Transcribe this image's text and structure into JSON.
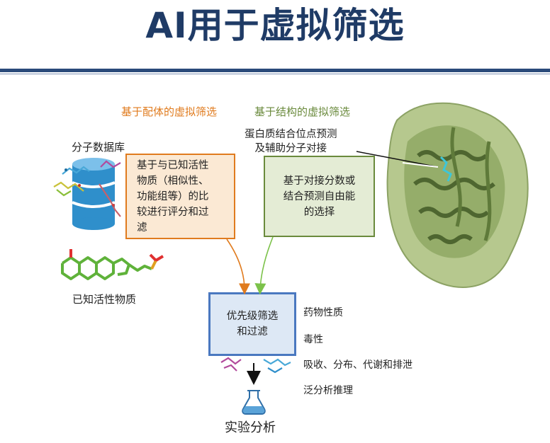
{
  "title": "AI用于虚拟筛选",
  "ligand_section": {
    "heading": "基于配体的虚拟筛选",
    "database_label": "分子数据库",
    "box_text": "基于与已知活性\n物质（相似性、\n功能组等）的比\n较进行评分和过\n滤",
    "known_actives_label": "已知活性物质",
    "colors": {
      "heading": "#e07b1e",
      "border": "#e07b1e",
      "fill": "#fbe9d4"
    }
  },
  "structure_section": {
    "heading": "基于结构的虚拟筛选",
    "site_label": "蛋白质结合位点预测\n及辅助分子对接",
    "box_text": "基于对接分数或\n结合预测自由能\n的选择",
    "colors": {
      "heading": "#6a8a3c",
      "border": "#6a8a3c",
      "fill": "#e4ecd5"
    }
  },
  "priority_box": {
    "text": "优先级筛选\n和过滤",
    "colors": {
      "border": "#4a78c0",
      "fill": "#dde8f5"
    }
  },
  "filters": [
    {
      "label": "药物性质"
    },
    {
      "label": "毒性"
    },
    {
      "label": "吸收、分布、代谢和排泄"
    },
    {
      "label": "泛分析推理"
    }
  ],
  "experiment_label": "实验分析",
  "icons": [
    "database-icon",
    "molecule-icon",
    "protein-structure-icon",
    "flask-icon",
    "arrow-down-icon"
  ]
}
